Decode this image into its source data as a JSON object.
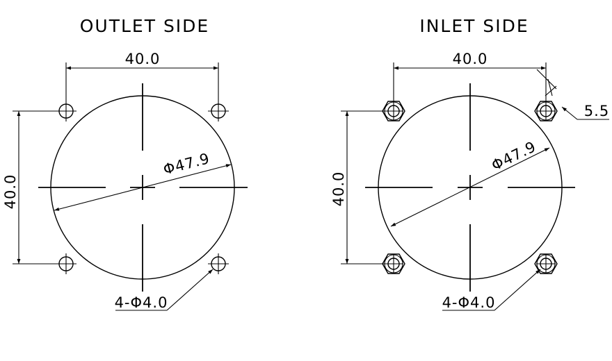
{
  "views": [
    {
      "title": "OUTLET SIDE",
      "width_dim": "40.0",
      "height_dim": "40.0",
      "diameter_dim": "Φ47.9",
      "hole_callout": "4-Φ4.0",
      "hole_style": "plain"
    },
    {
      "title": "INLET SIDE",
      "width_dim": "40.0",
      "height_dim": "40.0",
      "diameter_dim": "Φ47.9",
      "hole_callout": "4-Φ4.0",
      "nut_dim": "5.5",
      "hole_style": "hex-nut"
    }
  ],
  "colors": {
    "line": "#000000",
    "background": "#ffffff"
  }
}
